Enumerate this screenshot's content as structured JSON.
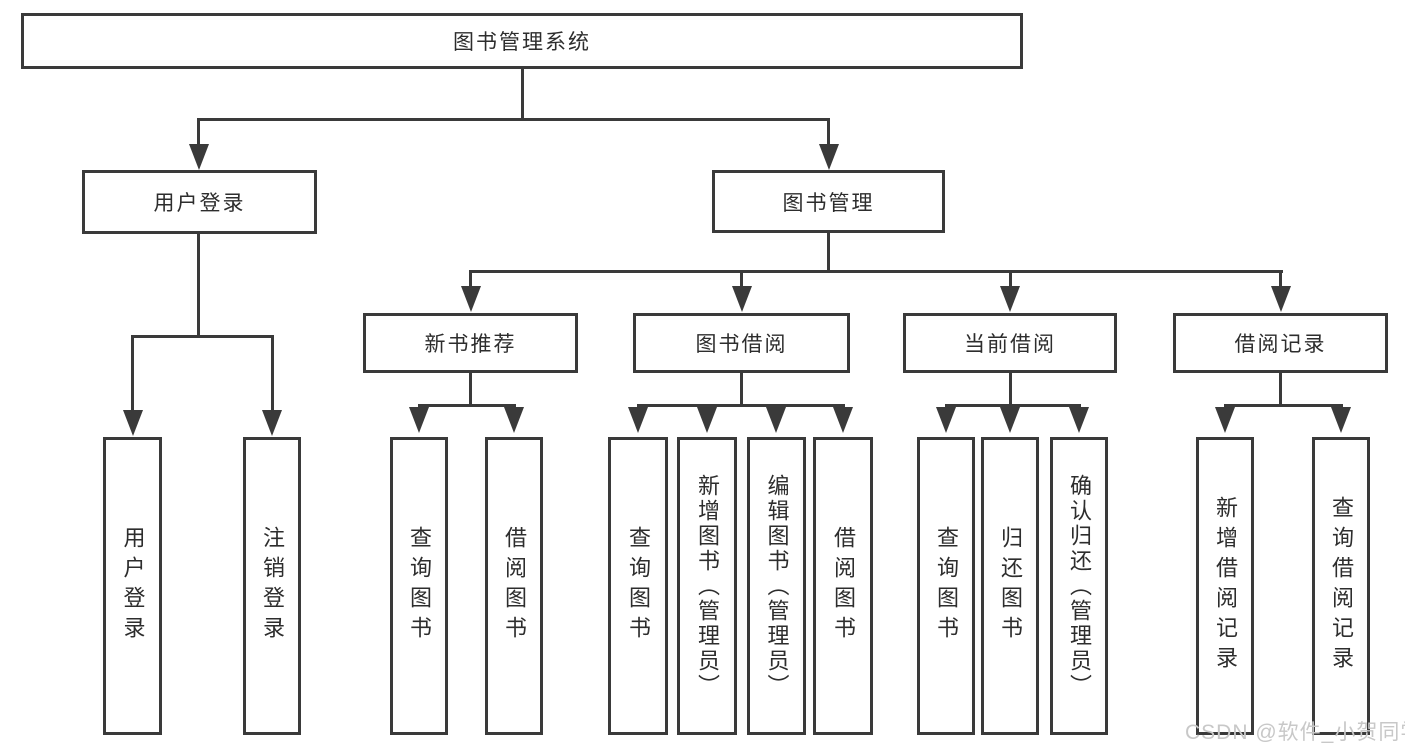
{
  "diagram_title": "图书管理系统",
  "tree": {
    "label": "图书管理系统",
    "children": [
      {
        "label": "用户登录",
        "children": [
          {
            "label": "用户登录"
          },
          {
            "label": "注销登录"
          }
        ]
      },
      {
        "label": "图书管理",
        "children": [
          {
            "label": "新书推荐",
            "children": [
              {
                "label": "查询图书"
              },
              {
                "label": "借阅图书"
              }
            ]
          },
          {
            "label": "图书借阅",
            "children": [
              {
                "label": "查询图书"
              },
              {
                "label": "新增图书（管理员）"
              },
              {
                "label": "编辑图书（管理员）"
              },
              {
                "label": "借阅图书"
              }
            ]
          },
          {
            "label": "当前借阅",
            "children": [
              {
                "label": "查询图书"
              },
              {
                "label": "归还图书"
              },
              {
                "label": "确认归还（管理员）"
              }
            ]
          },
          {
            "label": "借阅记录",
            "children": [
              {
                "label": "新增借阅记录"
              },
              {
                "label": "查询借阅记录"
              }
            ]
          }
        ]
      }
    ]
  },
  "watermark": {
    "text": "CSDN @软件_小贺同学"
  },
  "colors": {
    "line": "#3a3a3a",
    "text": "#2d2d2d",
    "box_background": "#ffffff",
    "watermark": "#c8c8c8",
    "background": "#ffffff"
  }
}
